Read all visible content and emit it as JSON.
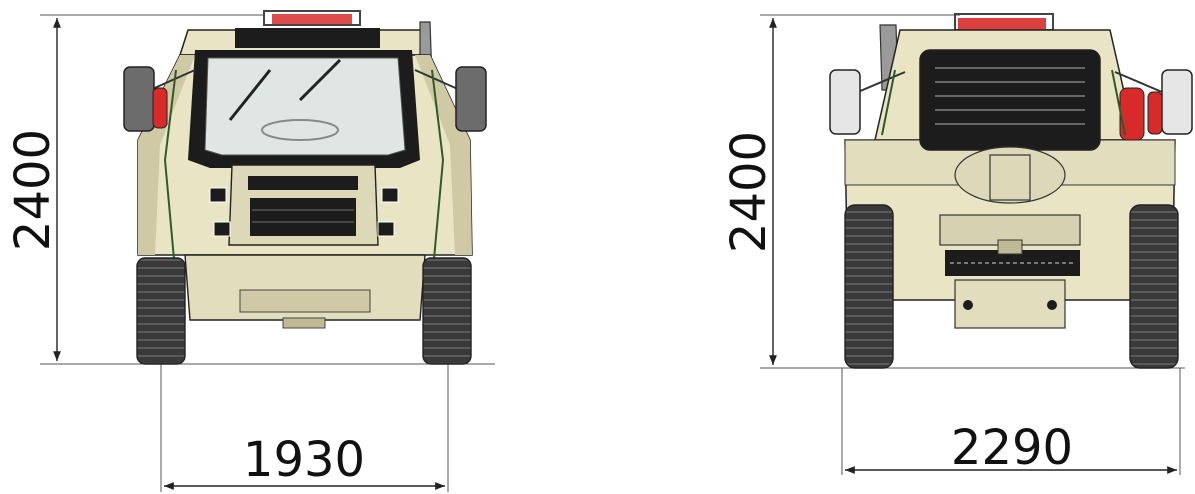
{
  "views": {
    "front": {
      "height_label": "2400",
      "width_label": "1930"
    },
    "rear": {
      "height_label": "2400",
      "width_label": "2290"
    }
  },
  "colors": {
    "body": "#e9e4c4",
    "body_shadow": "#c8c2a0",
    "body_dark": "#a9a384",
    "tire": "#3a3a3a",
    "tire_tread": "#555555",
    "cab_black": "#1c1c1c",
    "glass": "#dfe6e4",
    "mirror_grey": "#6c6c6c",
    "mirror_light": "#e6e6e6",
    "extinguisher_red": "#d92a2a",
    "outline": "#222222",
    "frame_green": "#2f5b2a"
  }
}
